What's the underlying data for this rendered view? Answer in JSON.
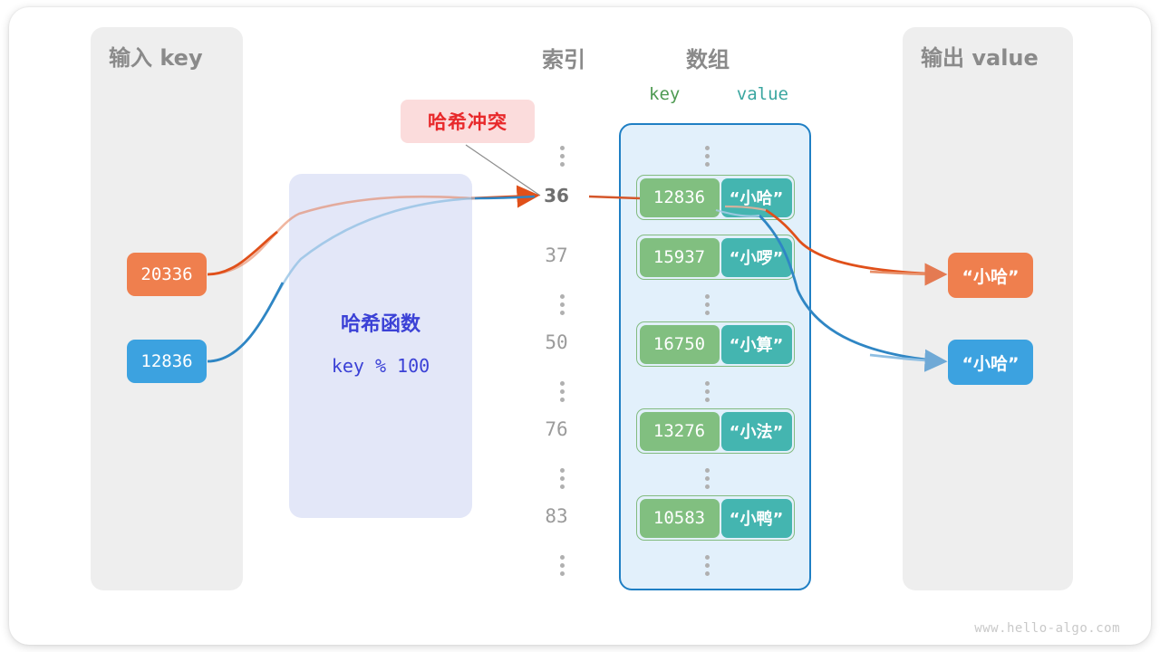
{
  "watermark": "www.hello-algo.com",
  "panels": {
    "input_title": "输入 key",
    "output_title": "输出 value"
  },
  "headings": {
    "index": "索引",
    "array": "数组",
    "key_col": "key",
    "value_col": "value"
  },
  "collision": {
    "label": "哈希冲突"
  },
  "hash_function": {
    "title": "哈希函数",
    "formula": "key % 100"
  },
  "inputs": [
    {
      "value": "20336",
      "color": "#ef7f4e"
    },
    {
      "value": "12836",
      "color": "#3ca2e0"
    }
  ],
  "outputs": [
    {
      "value": "“小哈”",
      "color": "#ef7f4e"
    },
    {
      "value": "“小哈”",
      "color": "#3ca2e0"
    }
  ],
  "array_rows": [
    {
      "index": "36",
      "key": "12836",
      "value": "“小哈”",
      "highlight": true
    },
    {
      "index": "37",
      "key": "15937",
      "value": "“小啰”",
      "highlight": false
    },
    {
      "index": "50",
      "key": "16750",
      "value": "“小算”",
      "highlight": false
    },
    {
      "index": "76",
      "key": "13276",
      "value": "“小法”",
      "highlight": false
    },
    {
      "index": "83",
      "key": "10583",
      "value": "“小鸭”",
      "highlight": false
    }
  ],
  "colors": {
    "key_cell": "#81bf80",
    "value_cell": "#44b5b0",
    "array_border": "#1f7fc4",
    "array_fill": "#e2f0fb",
    "hash_fill": "#e3e7f8",
    "hash_text": "#3b41d6",
    "orange": "#ef7f4e",
    "blue": "#3ca2e0",
    "collision_text": "#e8292b",
    "collision_fill": "#fbdcdc",
    "panel_fill": "#eeeeee"
  }
}
